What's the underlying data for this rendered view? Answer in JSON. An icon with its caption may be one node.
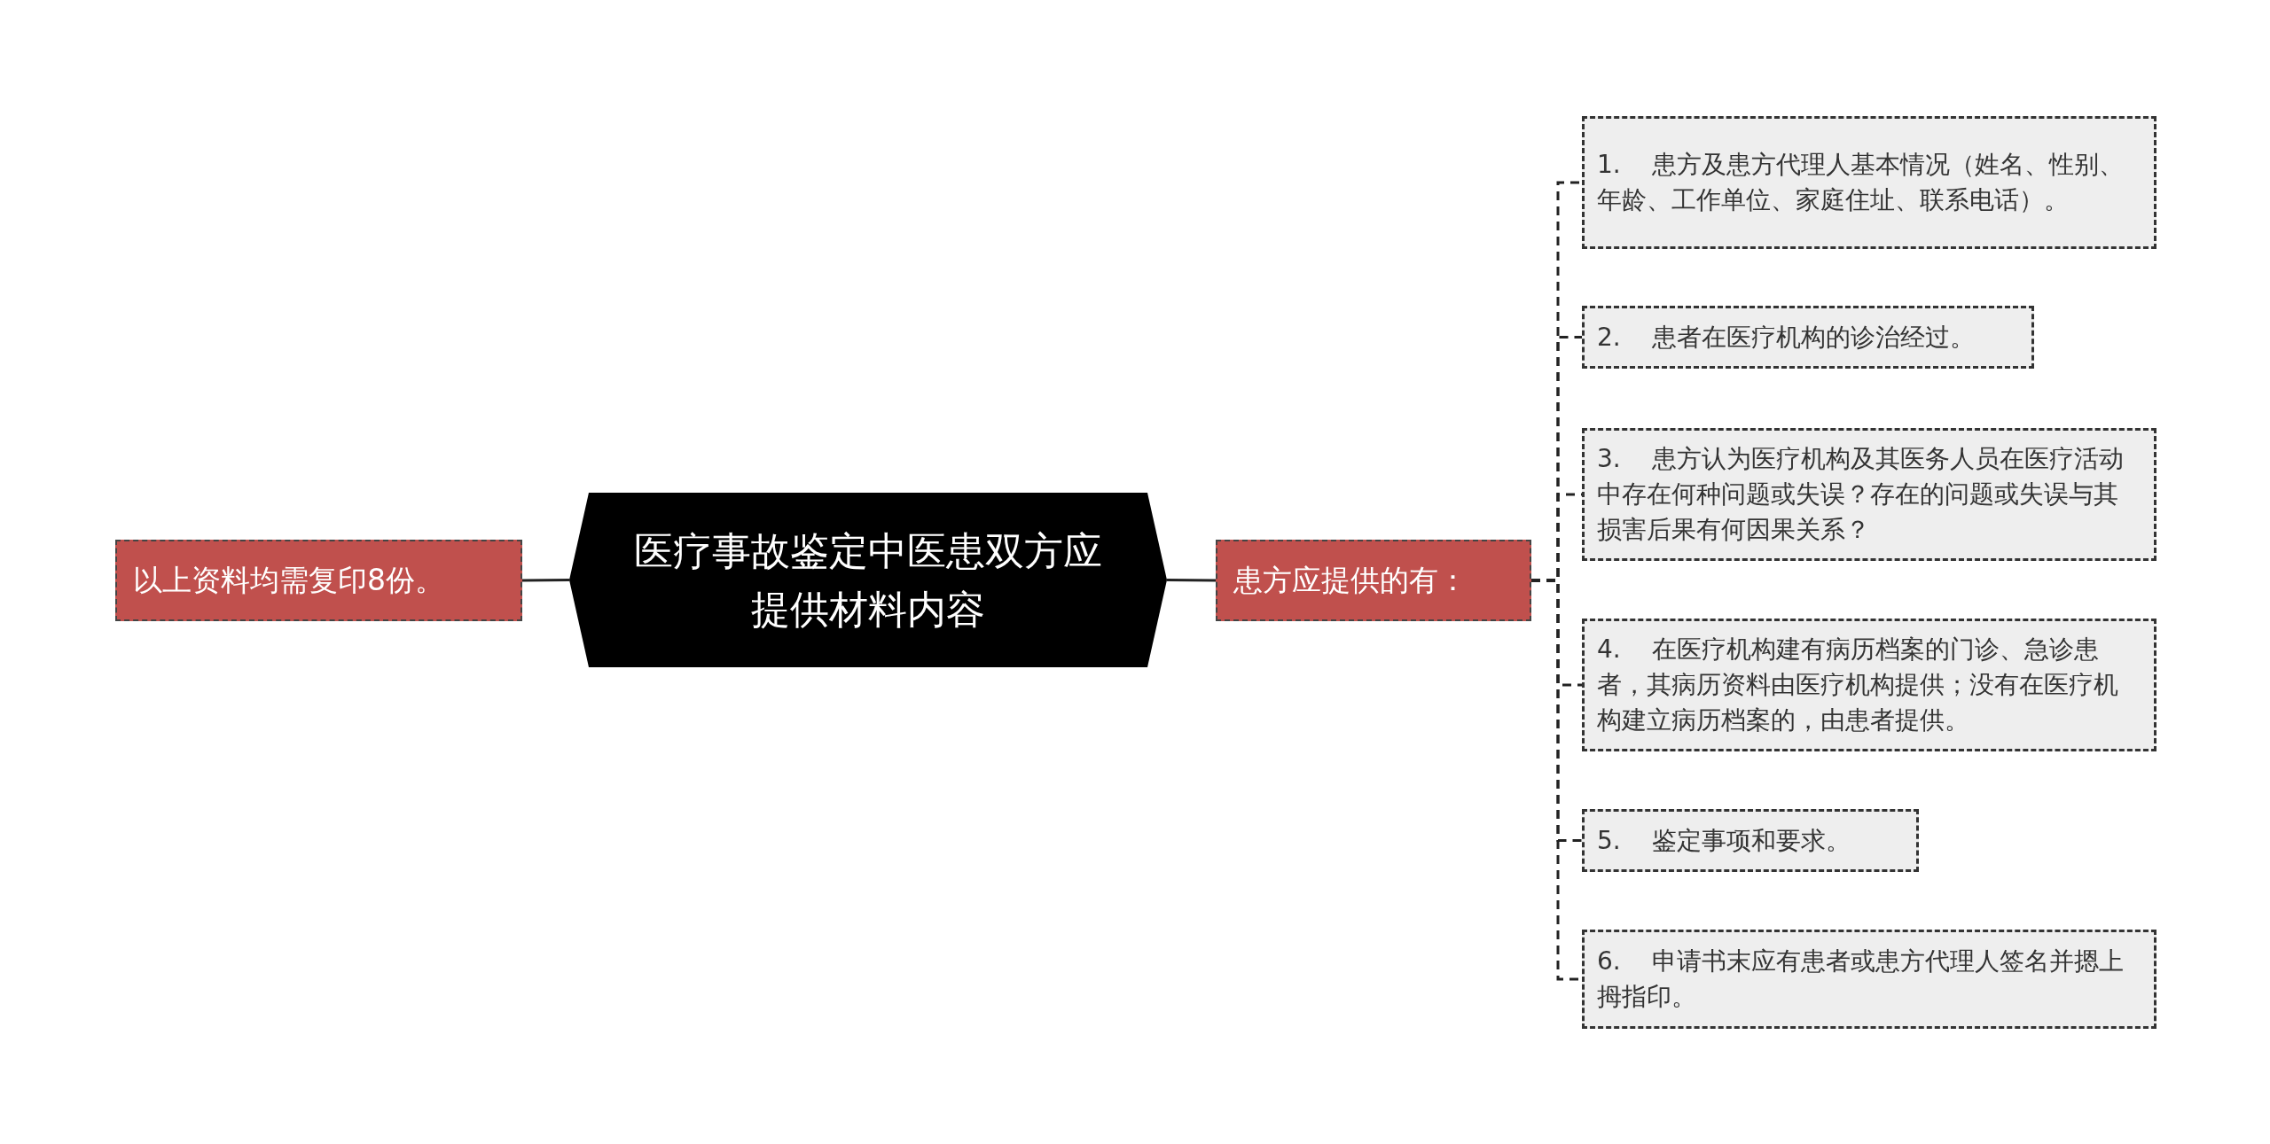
{
  "diagram": {
    "nodes": [
      {
        "text": [
          "医疗事故鉴定中医患双方应提供材料内容"
        ]
      },
      {
        "text": [
          "以上资料均需复印8份。"
        ]
      },
      {
        "text": [
          "患方应提供的有："
        ]
      },
      {
        "text": [
          "1.    患方及患方代理人基本情况（姓名、性别、年龄、工作单位、家庭住址、联系电话）。"
        ]
      },
      {
        "text": [
          "2.    患者在医疗机构的诊治经过。"
        ]
      },
      {
        "text": [
          "3.    患方认为医疗机构及其医务人员在医疗活动中存在何种问题或失误？存在的问题或失误与其损害后果有何因果关系？"
        ]
      },
      {
        "text": [
          "4.    在医疗机构建有病历档案的门诊、急诊患者，其病历资料由医疗机构提供；没有在医疗机构建立病历档案的，由患者提供。"
        ]
      },
      {
        "text": [
          "5.    鉴定事项和要求。"
        ]
      },
      {
        "text": [
          "6.    申请书末应有患者或患方代理人签名并摁上拇指印。"
        ]
      }
    ],
    "edges": [
      {
        "from": 0,
        "to": 1,
        "arrow": "none"
      },
      {
        "from": 0,
        "to": 2,
        "arrow": "none"
      },
      {
        "from": 2,
        "to": 3,
        "arrow": "none",
        "style": "dashed"
      },
      {
        "from": 2,
        "to": 4,
        "arrow": "none",
        "style": "dashed"
      },
      {
        "from": 2,
        "to": 5,
        "arrow": "none",
        "style": "dashed"
      },
      {
        "from": 2,
        "to": 6,
        "arrow": "none",
        "style": "dashed"
      },
      {
        "from": 2,
        "to": 7,
        "arrow": "none",
        "style": "dashed"
      },
      {
        "from": 2,
        "to": 8,
        "arrow": "none",
        "style": "dashed"
      }
    ]
  }
}
